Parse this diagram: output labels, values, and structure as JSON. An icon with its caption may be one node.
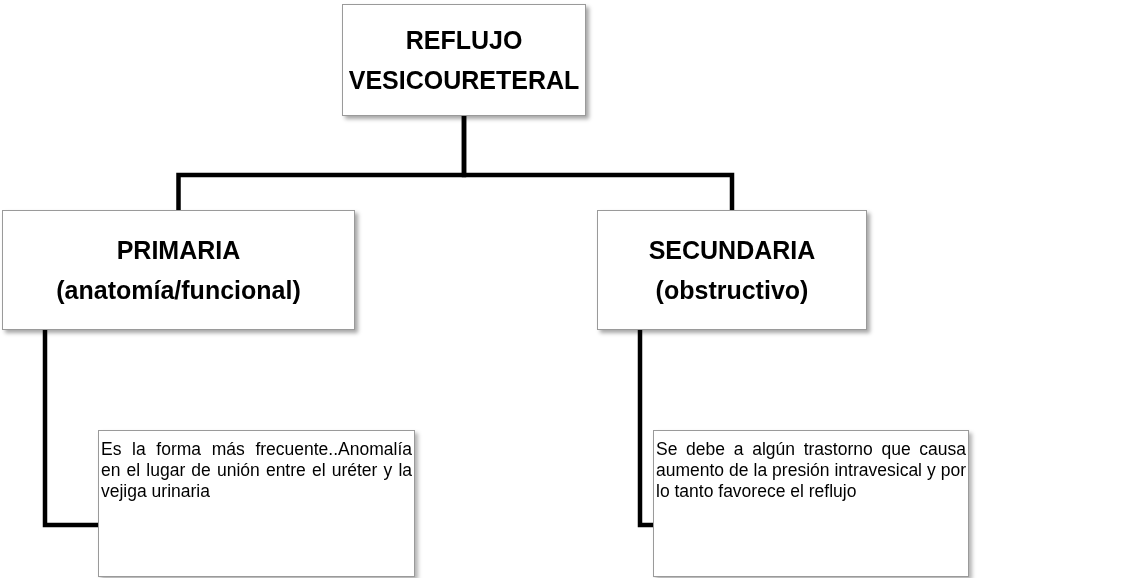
{
  "diagram": {
    "nodes": [
      {
        "text": [
          "REFLUJO VESICOURETERAL"
        ]
      },
      {
        "text": [
          "PRIMARIA (anatomía/funcional)"
        ]
      },
      {
        "text": [
          "SECUNDARIA (obstructivo)"
        ]
      },
      {
        "text": [
          "Es la forma más frecuente..Anomalía en el lugar de unión entre el uréter y la vejiga urinaria"
        ]
      },
      {
        "text": [
          "Se debe a algún trastorno que causa aumento de la presión intravesical y por lo tanto favorece el reflujo"
        ]
      }
    ],
    "edges": [
      {
        "from": 0,
        "to": 1,
        "arrow": "none"
      },
      {
        "from": 0,
        "to": 2,
        "arrow": "none"
      },
      {
        "from": 1,
        "to": 3,
        "arrow": "none"
      },
      {
        "from": 2,
        "to": 4,
        "arrow": "none"
      }
    ]
  }
}
